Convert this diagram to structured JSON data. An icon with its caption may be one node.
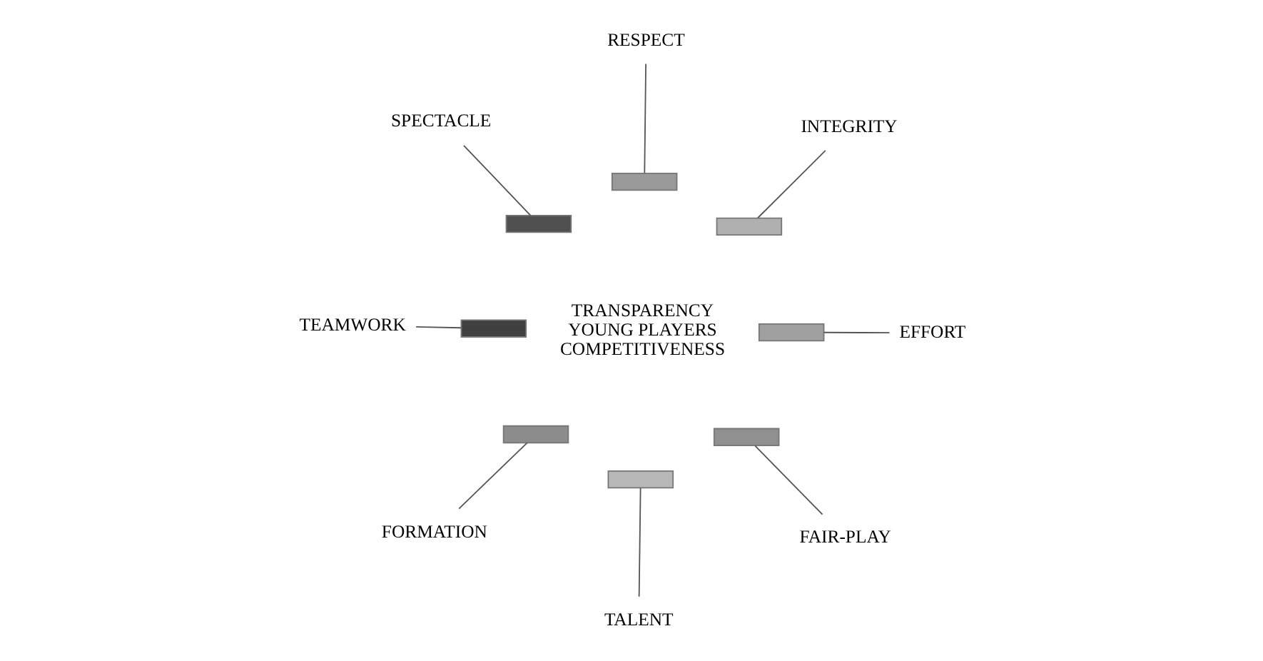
{
  "diagram": {
    "nodes": [
      {
        "text": [
          "TALENT"
        ]
      },
      {
        "text": [
          "FORMATION"
        ]
      },
      {
        "text": [
          "TEAMWORK"
        ]
      },
      {
        "text": [
          "SPECTACLE"
        ]
      },
      {
        "text": [
          "RESPECT"
        ]
      },
      {
        "text": [
          "INTEGRITY"
        ]
      },
      {
        "text": [
          "EFFORT"
        ]
      },
      {
        "text": [
          "FAIR-PLAY"
        ]
      },
      {
        "text": [],
        "shape": "bar"
      },
      {
        "text": [],
        "shape": "bar"
      },
      {
        "text": [],
        "shape": "bar"
      },
      {
        "text": [],
        "shape": "bar"
      },
      {
        "text": [],
        "shape": "bar"
      },
      {
        "text": [],
        "shape": "bar"
      },
      {
        "text": [],
        "shape": "bar"
      },
      {
        "text": [],
        "shape": "bar"
      }
    ],
    "edges": [
      {
        "from": 0,
        "to": 8,
        "arrow": "none"
      },
      {
        "from": 1,
        "to": 9,
        "arrow": "none"
      },
      {
        "from": 2,
        "to": 10,
        "arrow": "none"
      },
      {
        "from": 3,
        "to": 11,
        "arrow": "none"
      },
      {
        "from": 4,
        "to": 12,
        "arrow": "none"
      },
      {
        "from": 5,
        "to": 13,
        "arrow": "none"
      },
      {
        "from": 6,
        "to": 14,
        "arrow": "none"
      },
      {
        "from": 7,
        "to": 15,
        "arrow": "none"
      }
    ],
    "labels": [
      "TRANSPARENCY",
      "YOUNG PLAYERS",
      "COMPETITIVENESS"
    ]
  }
}
